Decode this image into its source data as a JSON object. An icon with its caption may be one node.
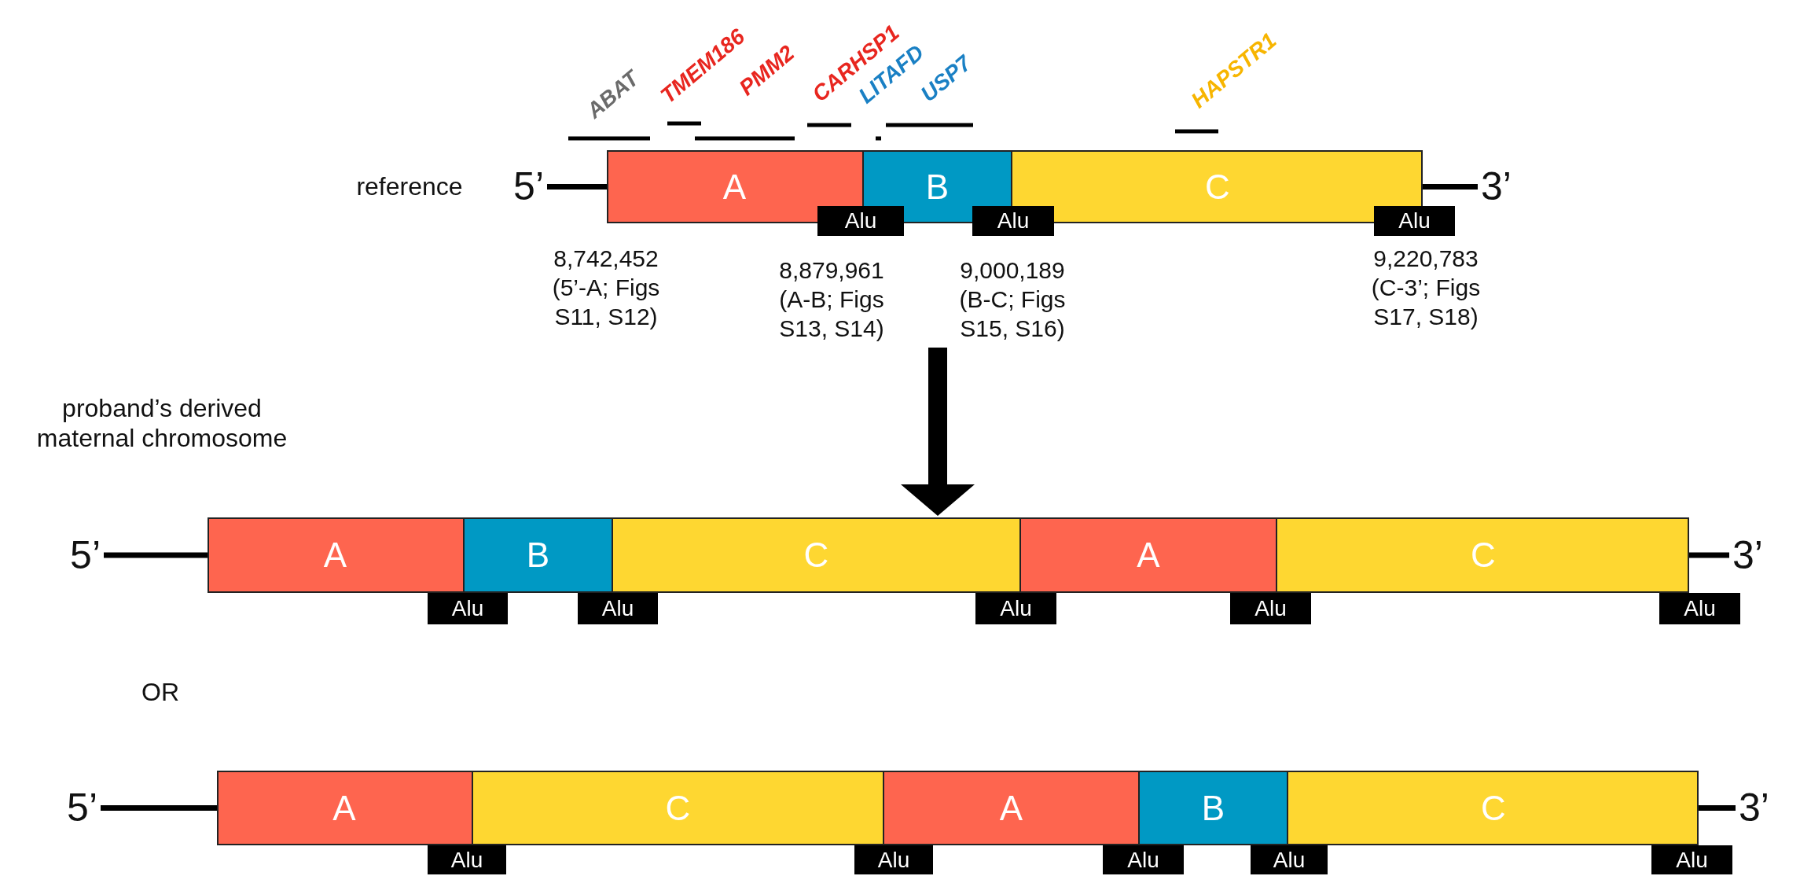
{
  "diagram": {
    "nodes": [
      {
        "text": [],
        "shape": "bar"
      },
      {
        "text": [
          "A"
        ],
        "in": 0
      },
      {
        "text": [
          "B"
        ],
        "in": 0
      },
      {
        "text": [
          "C"
        ],
        "in": 0
      },
      {
        "text": [
          "Alu"
        ]
      },
      {
        "text": [
          "Alu"
        ]
      },
      {
        "text": [
          "Alu"
        ]
      },
      {
        "text": [],
        "shape": "bar"
      },
      {
        "text": [
          "A"
        ],
        "in": 7
      },
      {
        "text": [
          "B"
        ],
        "in": 7
      },
      {
        "text": [
          "C"
        ],
        "in": 7
      },
      {
        "text": [
          "A"
        ],
        "in": 7
      },
      {
        "text": [
          "C"
        ],
        "in": 7
      },
      {
        "text": [
          "Alu"
        ]
      },
      {
        "text": [
          "Alu"
        ]
      },
      {
        "text": [
          "Alu"
        ]
      },
      {
        "text": [
          "Alu"
        ]
      },
      {
        "text": [
          "Alu"
        ]
      },
      {
        "text": [],
        "shape": "bar"
      },
      {
        "text": [
          "A"
        ],
        "in": 18
      },
      {
        "text": [
          "C"
        ],
        "in": 18
      },
      {
        "text": [
          "A"
        ],
        "in": 18
      },
      {
        "text": [
          "B"
        ],
        "in": 18
      },
      {
        "text": [
          "C"
        ],
        "in": 18
      },
      {
        "text": [
          "Alu"
        ]
      },
      {
        "text": [
          "Alu"
        ]
      },
      {
        "text": [
          "Alu"
        ]
      },
      {
        "text": [
          "Alu"
        ]
      },
      {
        "text": [
          "Alu"
        ]
      },
      {
        "text": [
          "5’"
        ]
      },
      {
        "text": [
          "3’"
        ]
      },
      {
        "text": [
          "5’"
        ]
      },
      {
        "text": [
          "3’"
        ]
      },
      {
        "text": [
          "5’"
        ]
      },
      {
        "text": [
          "3’"
        ]
      }
    ],
    "edges": [
      {
        "from": 0,
        "to": 7,
        "arrow": "to",
        "style": "thick"
      },
      {
        "from": 0,
        "to": 29,
        "arrow": "none"
      },
      {
        "from": 0,
        "to": 30,
        "arrow": "none"
      },
      {
        "from": 7,
        "to": 31,
        "arrow": "none"
      },
      {
        "from": 7,
        "to": 32,
        "arrow": "none"
      },
      {
        "from": 18,
        "to": 33,
        "arrow": "none"
      },
      {
        "from": 18,
        "to": 34,
        "arrow": "none"
      }
    ],
    "labels": [
      "ABAT",
      "TMEM186",
      "PMM2",
      "CARHSP1",
      "LITAFD",
      "USP7",
      "HAPSTR1",
      "reference",
      "8,742,452 (5’-A; Figs S11, S12)",
      "8,879,961 (A-B; Figs S13, S14)",
      "9,000,189 (B-C; Figs S15, S16)",
      "9,220,783 (C-3’; Figs S17, S18)",
      "proband’s derived maternal chromosome",
      "OR"
    ]
  }
}
